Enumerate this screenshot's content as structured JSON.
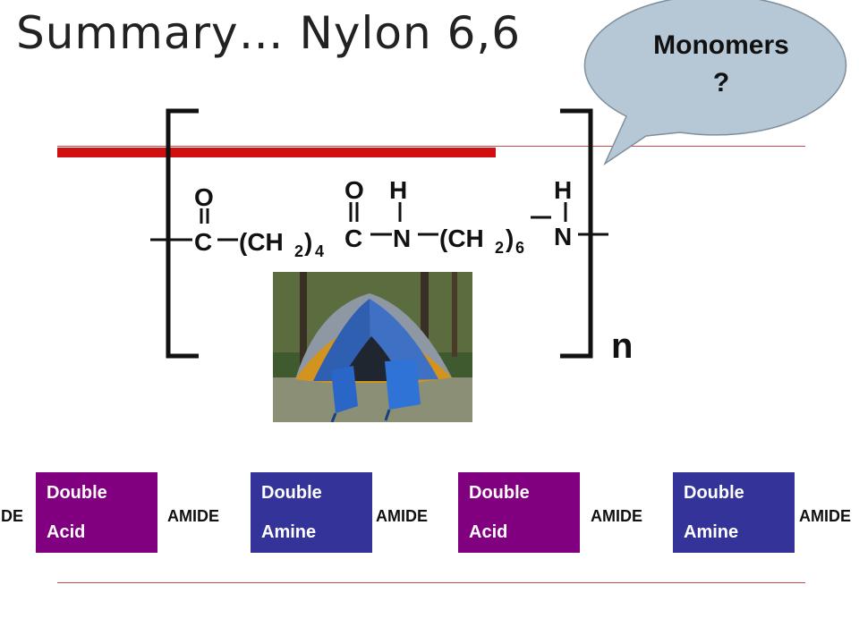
{
  "slide": {
    "title": "Summary… Nylon 6,6"
  },
  "bubble": {
    "line1": "Monomers",
    "line2": "?"
  },
  "structure": {
    "o1": "O",
    "c1": "C",
    "ch2_left": "(CH",
    "sub_2a": "2",
    "paren_a": ")",
    "sub_4": "4",
    "o2": "O",
    "c2": "C",
    "h1": "H",
    "n1": "N",
    "ch2_right": "(CH",
    "sub_2b": "2",
    "paren_b": ")",
    "sub_6": "6",
    "h2": "H",
    "n2": "N",
    "n_repeat": "n"
  },
  "sequence": {
    "amide_label": "AMIDE",
    "amide_partial": "IDE",
    "box1": {
      "line1": "Double",
      "line2": "Acid"
    },
    "box2": {
      "line1": "Double",
      "line2": "Amine"
    },
    "box3": {
      "line1": "Double",
      "line2": "Acid"
    },
    "box4": {
      "line1": "Double",
      "line2": "Amine"
    }
  },
  "colors": {
    "acid_box": "#800080",
    "amine_box": "#333399",
    "red_bar": "#d01010",
    "bubble_fill": "#b6c8d6"
  }
}
